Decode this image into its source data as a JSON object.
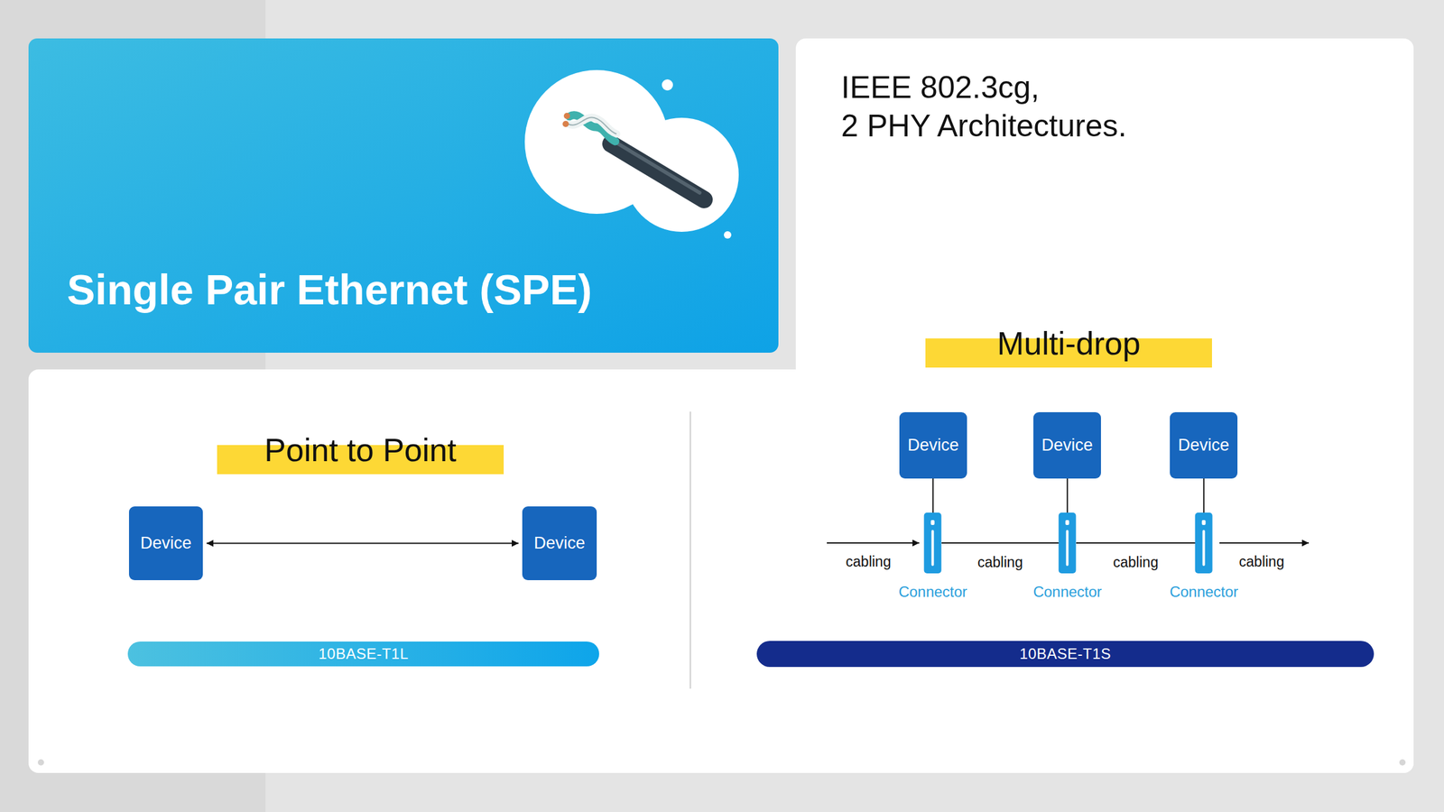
{
  "diagram": {
    "title": "Single Pair Ethernet (SPE)",
    "nodes": [
      {
        "text": [
          "Point to Point"
        ]
      },
      {
        "text": [
          "Device"
        ]
      },
      {
        "text": [
          "Device"
        ]
      },
      {
        "text": [
          "10BASE-T1L"
        ]
      },
      {
        "text": [
          "Multi-drop"
        ]
      },
      {
        "text": [
          "Device"
        ]
      },
      {
        "text": [
          "Device"
        ]
      },
      {
        "text": [
          "Device"
        ]
      },
      {
        "text": [
          "Connector"
        ]
      },
      {
        "text": [
          "Connector"
        ]
      },
      {
        "text": [
          "Connector"
        ]
      },
      {
        "text": [
          "10BASE-T1S"
        ]
      }
    ],
    "edges": [
      {
        "from": 1,
        "to": 2,
        "arrow": "both"
      },
      {
        "from": 5,
        "to": 8,
        "arrow": "none"
      },
      {
        "from": 6,
        "to": 9,
        "arrow": "none"
      },
      {
        "from": 7,
        "to": 10,
        "arrow": "none"
      },
      {
        "from": 8,
        "to": 9,
        "label": "cabling",
        "arrow": "none"
      },
      {
        "from": 9,
        "to": 10,
        "label": "cabling",
        "arrow": "none"
      }
    ],
    "labels": [
      "IEEE 802.3cg,",
      "2 PHY Architectures.",
      "cabling",
      "cabling"
    ]
  }
}
